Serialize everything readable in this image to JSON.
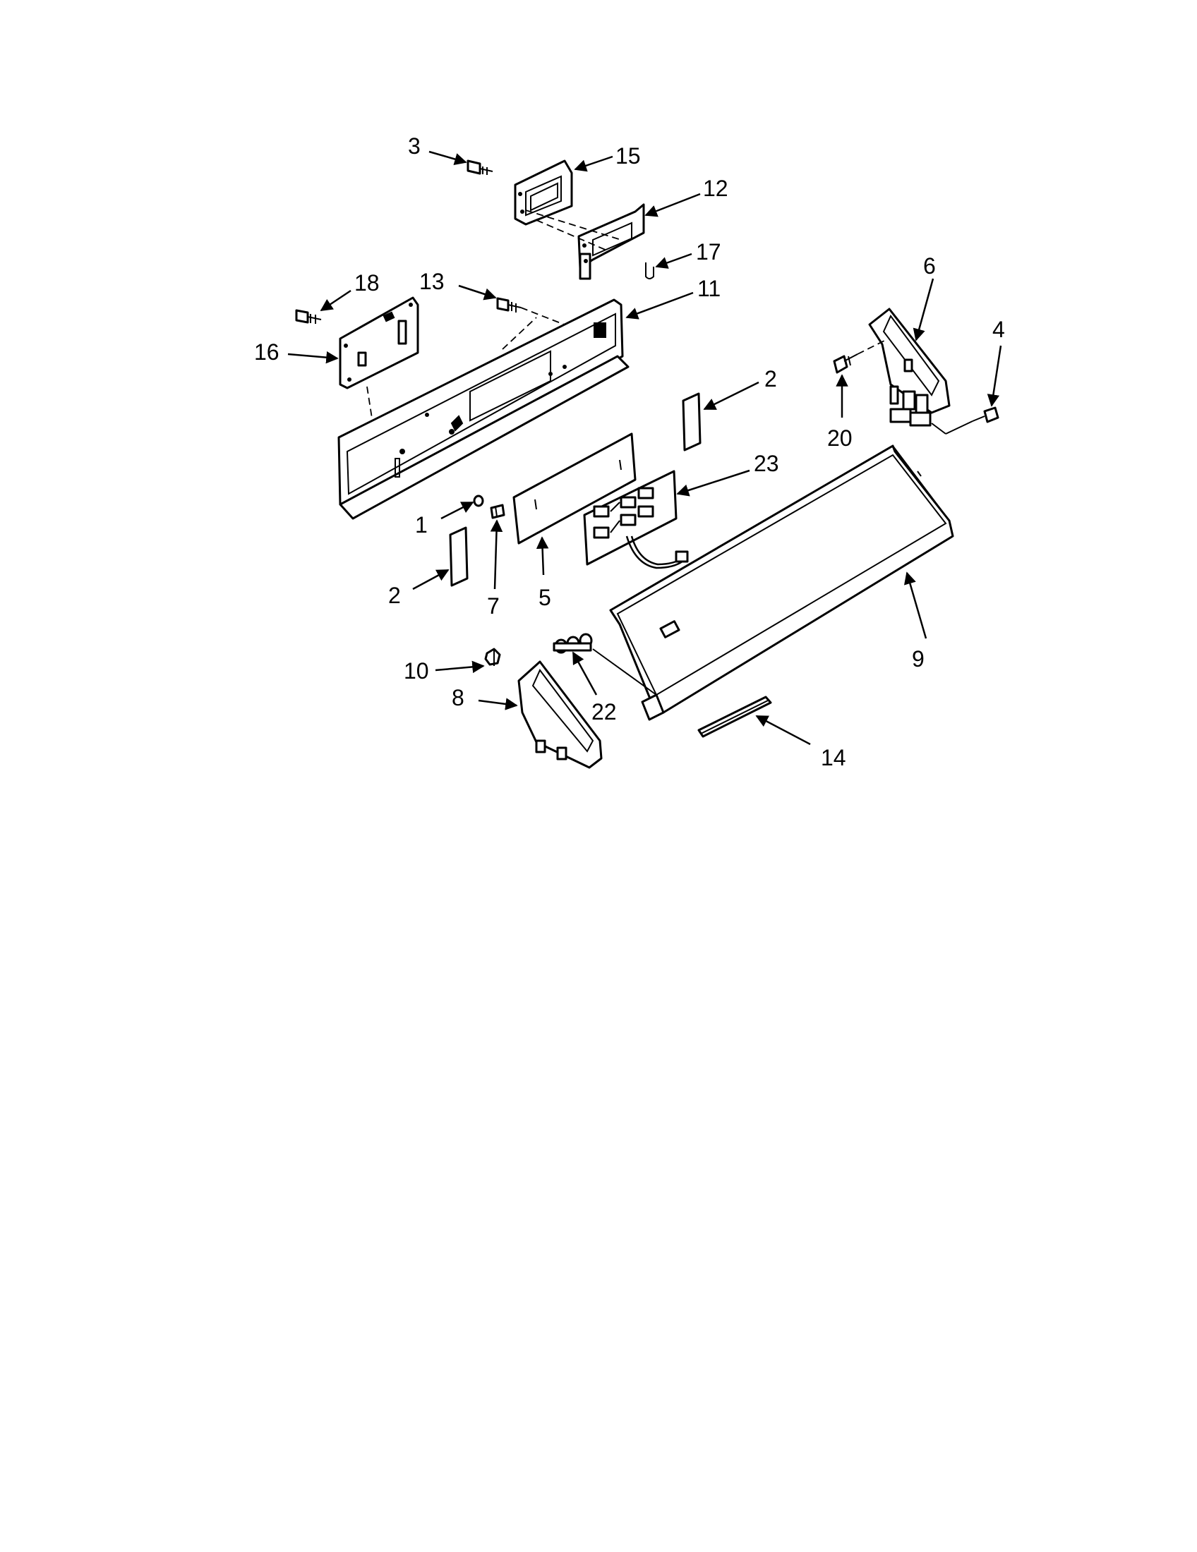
{
  "callouts": [
    {
      "id": "c1",
      "text": "1"
    },
    {
      "id": "c2a",
      "text": "2"
    },
    {
      "id": "c2b",
      "text": "2"
    },
    {
      "id": "c3",
      "text": "3"
    },
    {
      "id": "c4",
      "text": "4"
    },
    {
      "id": "c5",
      "text": "5"
    },
    {
      "id": "c6",
      "text": "6"
    },
    {
      "id": "c7",
      "text": "7"
    },
    {
      "id": "c8",
      "text": "8"
    },
    {
      "id": "c9",
      "text": "9"
    },
    {
      "id": "c10",
      "text": "10"
    },
    {
      "id": "c11",
      "text": "11"
    },
    {
      "id": "c12",
      "text": "12"
    },
    {
      "id": "c13",
      "text": "13"
    },
    {
      "id": "c14",
      "text": "14"
    },
    {
      "id": "c15",
      "text": "15"
    },
    {
      "id": "c16",
      "text": "16"
    },
    {
      "id": "c17",
      "text": "17"
    },
    {
      "id": "c18",
      "text": "18"
    },
    {
      "id": "c20",
      "text": "20"
    },
    {
      "id": "c22",
      "text": "22"
    },
    {
      "id": "c23",
      "text": "23"
    }
  ]
}
